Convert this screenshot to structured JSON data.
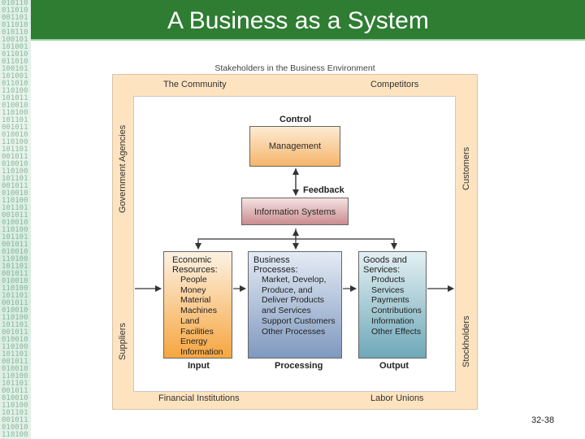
{
  "slide": {
    "title": "A Business as a System",
    "page_number": "32-38"
  },
  "environment": {
    "caption": "Stakeholders in the Business Environment",
    "top_left": "The Community",
    "top_right": "Competitors",
    "left_top": "Government Agencies",
    "left_bottom": "Suppliers",
    "right_top": "Customers",
    "right_bottom": "Stockholders",
    "bottom_left": "Financial Institutions",
    "bottom_right": "Labor Unions"
  },
  "system": {
    "control_label": "Control",
    "management": "Management",
    "feedback_label": "Feedback",
    "information_systems": "Information Systems",
    "input": {
      "heading_line1": "Economic",
      "heading_line2": "Resources:",
      "items": [
        "People",
        "Money",
        "Material",
        "Machines",
        "Land",
        "Facilities",
        "Energy",
        "Information"
      ],
      "label": "Input"
    },
    "processing": {
      "heading_line1": "Business",
      "heading_line2": "Processes:",
      "items": [
        "Market, Develop,",
        "Produce, and",
        "Deliver Products",
        "and Services",
        "Support Customers",
        "Other Processes"
      ],
      "label": "Processing"
    },
    "output": {
      "heading_line1": "Goods and",
      "heading_line2": "Services:",
      "items": [
        "Products",
        "Services",
        "Payments",
        "Contributions",
        "Information",
        "Other Effects"
      ],
      "label": "Output"
    }
  }
}
